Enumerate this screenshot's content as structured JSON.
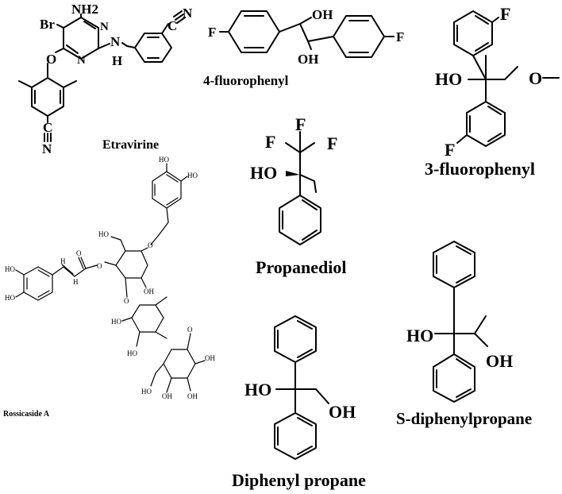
{
  "molecules": {
    "etravirine": {
      "name": "Etravirine",
      "atoms": {
        "nh2": "NH2",
        "br": "Br",
        "o": "O",
        "n1": "N",
        "n2": "N",
        "nh_n": "N",
        "nh_h": "H",
        "n_nitrile_right": "N",
        "n_nitrile_bottom": "N",
        "c_nitrile_right": "C",
        "c_nitrile_bottom": "C"
      }
    },
    "fluorophenyl4": {
      "name": "4-fluorophenyl",
      "atoms": {
        "f_left": "F",
        "f_right": "F",
        "oh_top": "OH",
        "oh_bottom": "OH"
      }
    },
    "fluorophenyl3": {
      "name": "3-fluorophenyl",
      "atoms": {
        "f_top": "F",
        "f_bottom": "F",
        "ho": "HO",
        "o": "O"
      }
    },
    "propanediol": {
      "name": "Propanediol",
      "atoms": {
        "f_top": "F",
        "f_left": "F",
        "f_right": "F",
        "ho": "HO"
      }
    },
    "rossicaside": {
      "name": "Rossicaside A",
      "atoms": {
        "ho": "HO",
        "oh": "OH",
        "o": "O",
        "h": "H"
      }
    },
    "sdiphenylpropane": {
      "name": "S-diphenylpropane",
      "atoms": {
        "ho": "HO",
        "oh": "OH"
      }
    },
    "diphenylpropane": {
      "name": "Diphenyl propane",
      "atoms": {
        "ho": "HO",
        "oh": "OH"
      }
    }
  }
}
